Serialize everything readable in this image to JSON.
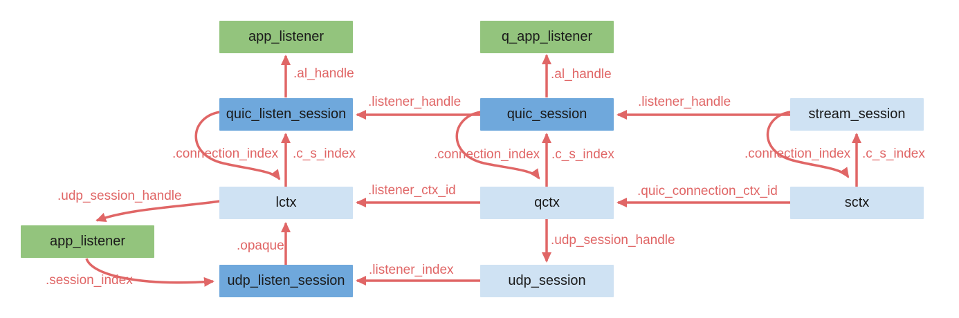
{
  "diagram": {
    "background": "#ffffff",
    "colors": {
      "green_node": "#93c47d",
      "blue_node": "#6fa8dc",
      "light_blue_node": "#cfe2f3",
      "arrow": "#e06666",
      "node_text": "#1a1a1a"
    },
    "nodes": {
      "app_listener_top": "app_listener",
      "q_app_listener": "q_app_listener",
      "quic_listen_session": "quic_listen_session",
      "quic_session": "quic_session",
      "stream_session": "stream_session",
      "lctx": "lctx",
      "qctx": "qctx",
      "sctx": "sctx",
      "app_listener_bottom": "app_listener",
      "udp_listen_session": "udp_listen_session",
      "udp_session": "udp_session"
    },
    "edges": {
      "al_handle_left": {
        "label": ".al_handle",
        "from": "quic_listen_session",
        "to": "app_listener_top"
      },
      "al_handle_mid": {
        "label": ".al_handle",
        "from": "quic_session",
        "to": "q_app_listener"
      },
      "listener_handle_left": {
        "label": ".listener_handle",
        "from": "quic_session",
        "to": "quic_listen_session"
      },
      "listener_handle_right": {
        "label": ".listener_handle",
        "from": "stream_session",
        "to": "quic_session"
      },
      "connection_index_left": {
        "label": ".connection_index",
        "from": "quic_listen_session",
        "to": "lctx"
      },
      "c_s_index_left": {
        "label": ".c_s_index",
        "from": "lctx",
        "to": "quic_listen_session"
      },
      "connection_index_mid": {
        "label": ".connection_index",
        "from": "quic_session",
        "to": "qctx"
      },
      "c_s_index_mid": {
        "label": ".c_s_index",
        "from": "qctx",
        "to": "quic_session"
      },
      "connection_index_right": {
        "label": ".connection_index",
        "from": "stream_session",
        "to": "sctx"
      },
      "c_s_index_right": {
        "label": ".c_s_index",
        "from": "sctx",
        "to": "stream_session"
      },
      "listener_ctx_id": {
        "label": ".listener_ctx_id",
        "from": "qctx",
        "to": "lctx"
      },
      "quic_connection_ctx_id": {
        "label": ".quic_connection_ctx_id",
        "from": "sctx",
        "to": "qctx"
      },
      "udp_session_handle_left": {
        "label": ".udp_session_handle",
        "from": "lctx",
        "to": "app_listener_bottom"
      },
      "session_index": {
        "label": ".session_index",
        "from": "app_listener_bottom",
        "to": "udp_listen_session"
      },
      "opaque": {
        "label": ".opaque",
        "from": "udp_listen_session",
        "to": "lctx"
      },
      "listener_index": {
        "label": ".listener_index",
        "from": "udp_session",
        "to": "udp_listen_session"
      },
      "udp_session_handle_mid": {
        "label": ".udp_session_handle",
        "from": "qctx",
        "to": "udp_session"
      }
    }
  }
}
